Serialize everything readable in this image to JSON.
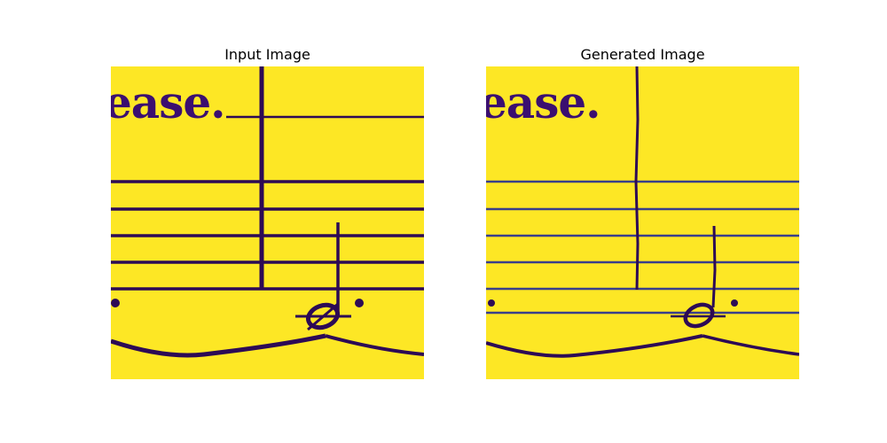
{
  "panels": [
    {
      "title": "Input Image"
    },
    {
      "title": "Generated Image"
    }
  ],
  "score_text_fragment": "ease.",
  "colors": {
    "background": "#fde725",
    "ink": "#3b0f70",
    "ink_dark": "#2d0a55",
    "edge": "#2a9c8a"
  }
}
